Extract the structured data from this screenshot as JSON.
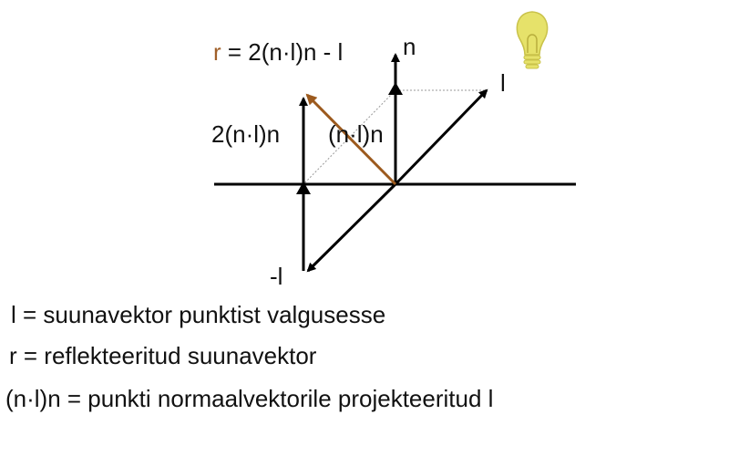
{
  "diagram": {
    "formula": {
      "r": "r",
      "rest": " = 2(n·l)n - l"
    },
    "labels": {
      "n": "n",
      "l": "l",
      "two_proj": "2(n·l)n",
      "proj": "(n·l)n",
      "neg_l": "-l"
    },
    "legend": [
      "l = suunavektor punktist valgusesse",
      "r = reflekteeritud suunavektor",
      "(n·l)n = punkti normaalvektorile projekteeritud l"
    ],
    "icons": {
      "bulb": "lightbulb-icon"
    },
    "colors": {
      "reflected": "#9c5a1e",
      "accent_text": "#a0602a",
      "bulb": "#e6e26a",
      "lines": "#000000"
    }
  }
}
